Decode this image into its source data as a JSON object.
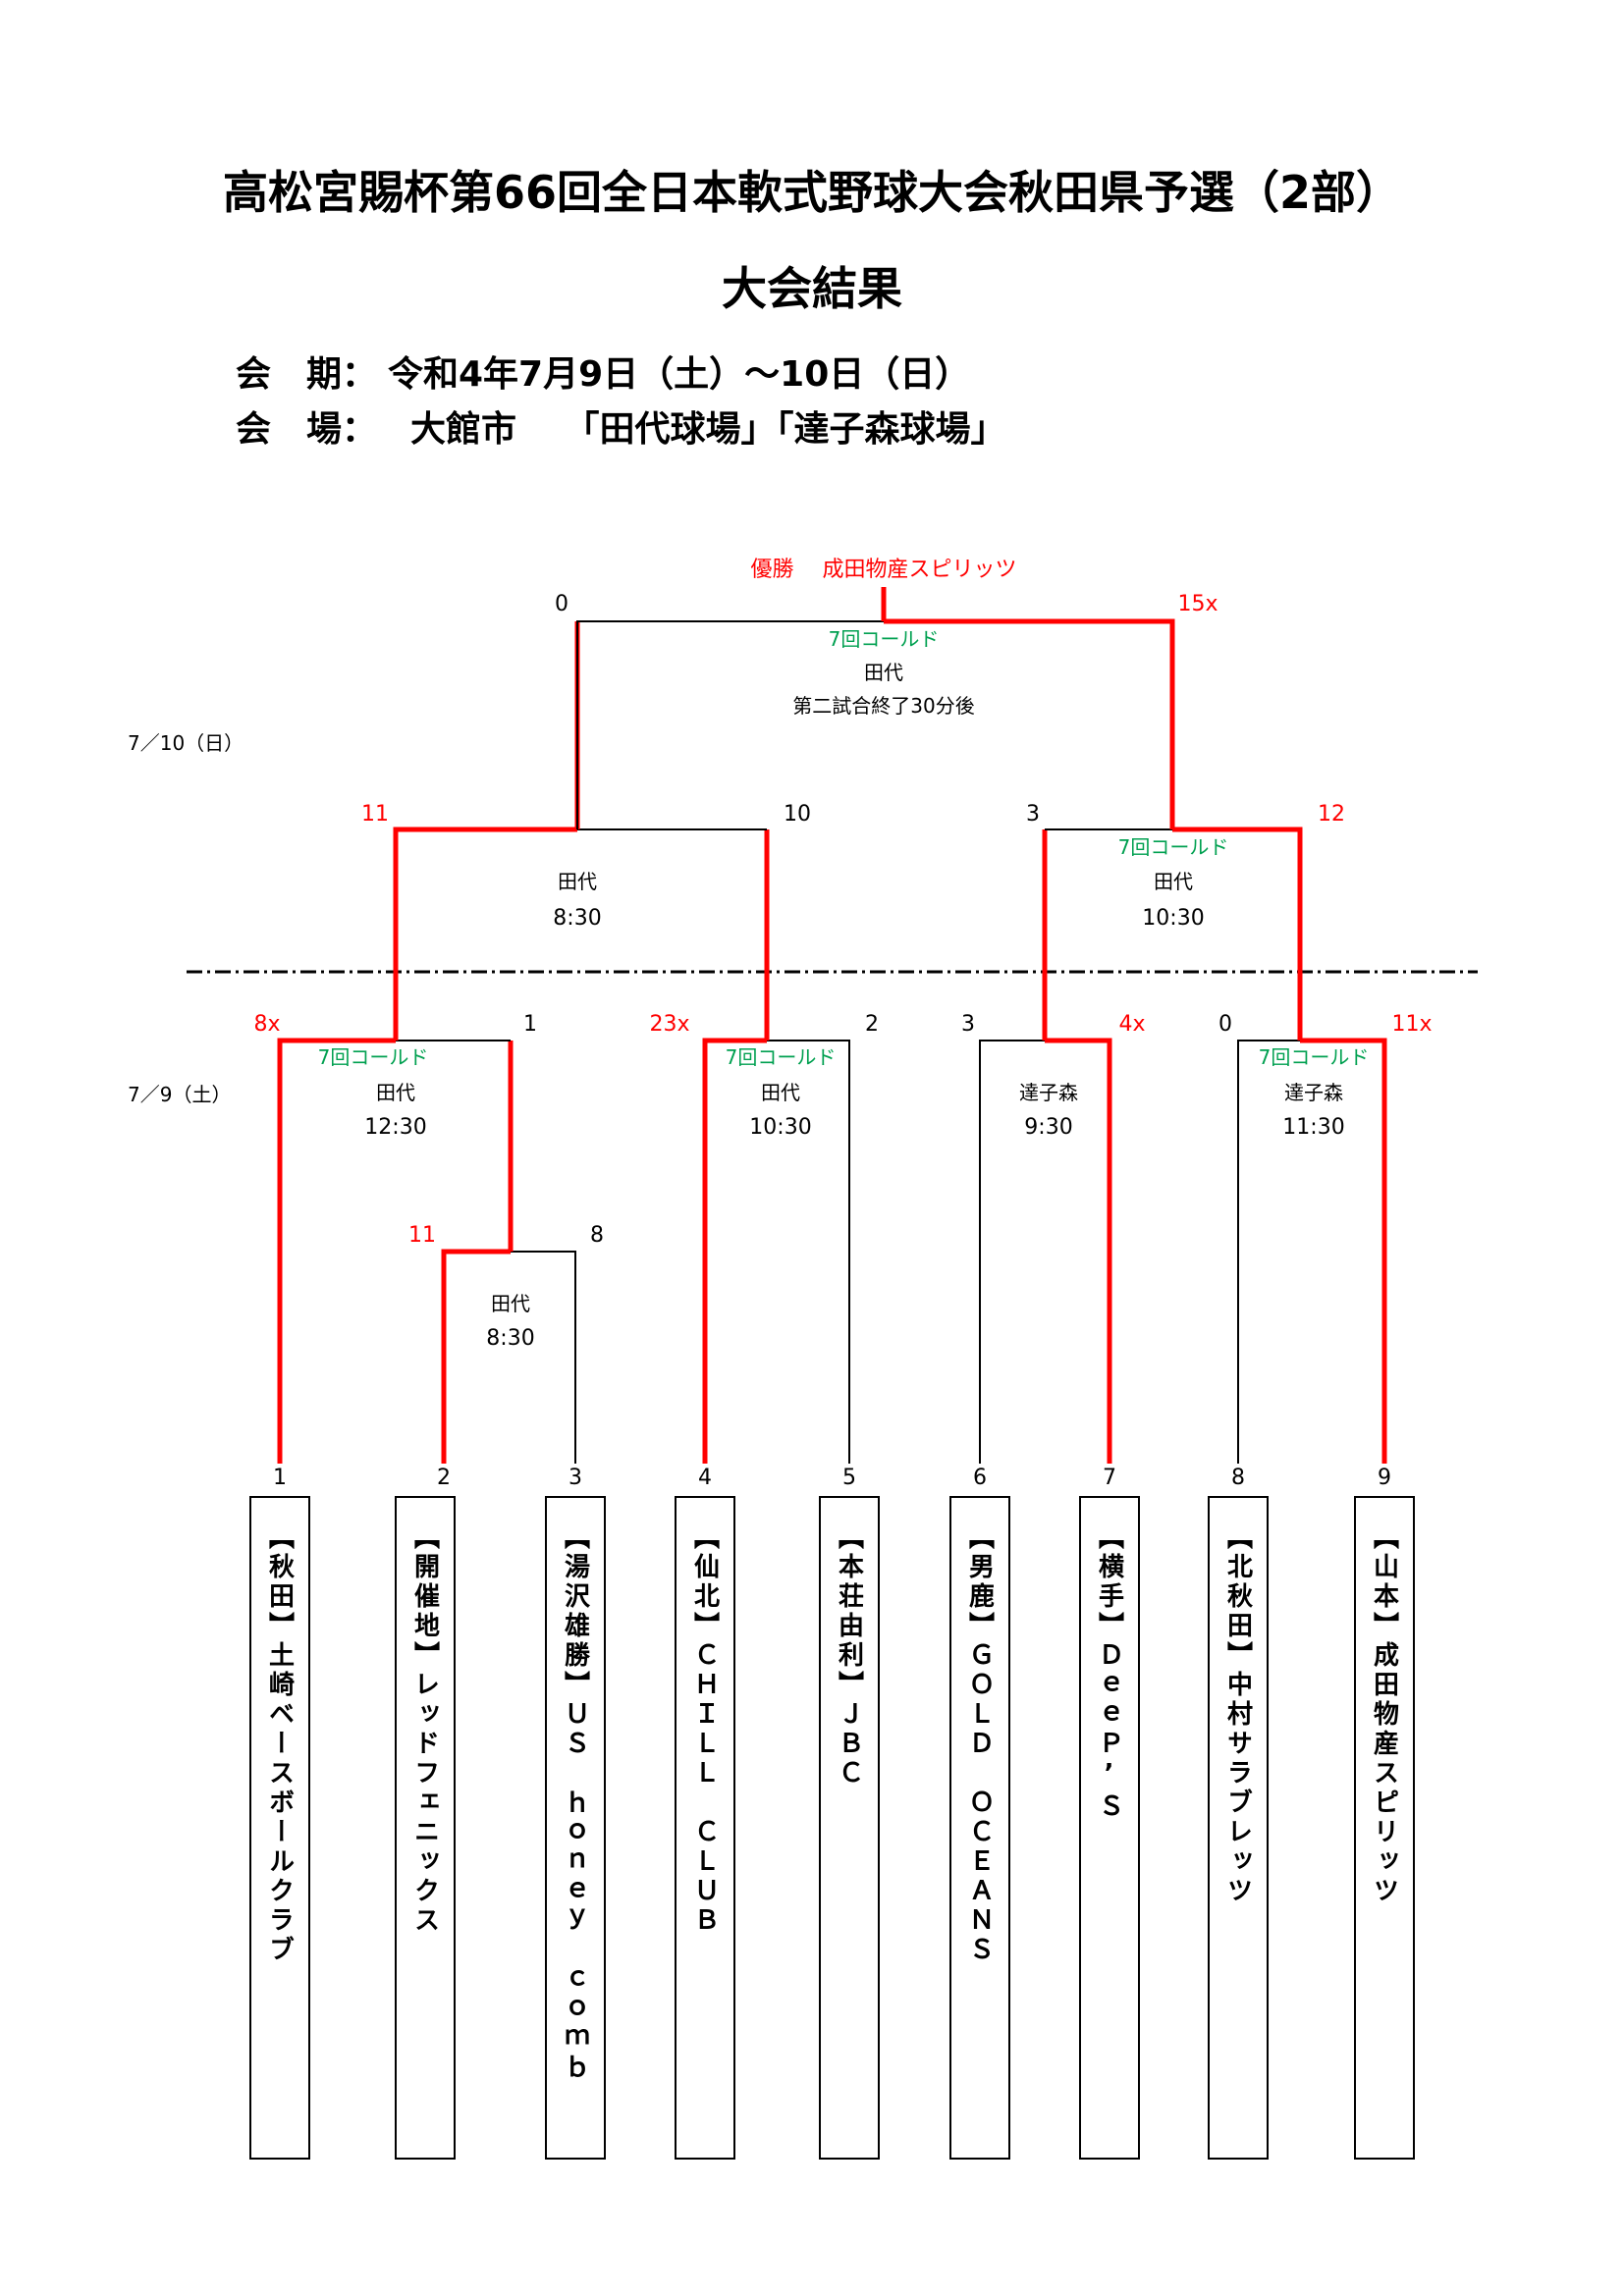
{
  "header": {
    "title": "高松宮賜杯第66回全日本軟式野球大会秋田県予選（2部）",
    "subtitle": "大会結果",
    "period_label": "会　期：",
    "period_value": "令和4年7月9日（土）～10日（日）",
    "venue_label": "会　場：",
    "venue_value": "大館市　 「田代球場」「達子森球場」"
  },
  "colors": {
    "winner": "#ff0000",
    "loser": "#000000",
    "called": "#00a050"
  },
  "dates": {
    "day2": "7／10（日）",
    "day1": "7／9（土）"
  },
  "champion": "優勝　 成田物産スピリッツ",
  "teams": [
    {
      "no": "1",
      "name": "【秋田】土崎ベースボールクラブ"
    },
    {
      "no": "2",
      "name": "【開催地】レッドフェニックス"
    },
    {
      "no": "3",
      "name": "【湯沢雄勝】ＵＳ　ｈｏｎｅｙ　ｃｏｍｂ"
    },
    {
      "no": "4",
      "name": "【仙北】ＣＨＩＬＬ　ＣＬＵＢ"
    },
    {
      "no": "5",
      "name": "【本荘由利】ＪＢＣ"
    },
    {
      "no": "6",
      "name": "【男鹿】ＧＯＬＤ　ＯＣＥＡＮＳ"
    },
    {
      "no": "7",
      "name": "【横手】ＤｅｅＰ’Ｓ"
    },
    {
      "no": "8",
      "name": "【北秋田】中村サラブレッツ"
    },
    {
      "no": "9",
      "name": "【山本】成田物産スピリッツ"
    }
  ],
  "games": [
    {
      "id": "g1",
      "loser_score": "8",
      "winner_score": "11",
      "venue": "田代",
      "time": "8:30",
      "note": ""
    },
    {
      "id": "g2",
      "winner_score": "8x",
      "loser_score": "1",
      "venue": "田代",
      "time": "12:30",
      "note": "7回コールド"
    },
    {
      "id": "g3",
      "winner_score": "23x",
      "loser_score": "2",
      "venue": "田代",
      "time": "10:30",
      "note": "7回コールド"
    },
    {
      "id": "g4",
      "loser_score": "3",
      "winner_score": "4x",
      "venue": "達子森",
      "time": "9:30",
      "note": ""
    },
    {
      "id": "g5",
      "loser_score": "0",
      "winner_score": "11x",
      "venue": "達子森",
      "time": "11:30",
      "note": "7回コールド"
    },
    {
      "id": "g6",
      "winner_score": "11",
      "loser_score": "10",
      "venue": "田代",
      "time": "8:30",
      "note": ""
    },
    {
      "id": "g7",
      "loser_score": "3",
      "winner_score": "12",
      "venue": "田代",
      "time": "10:30",
      "note": "7回コールド"
    },
    {
      "id": "g8",
      "loser_score": "0",
      "winner_score": "15x",
      "venue": "田代",
      "time": "第二試合終了30分後",
      "note": "7回コールド"
    }
  ]
}
